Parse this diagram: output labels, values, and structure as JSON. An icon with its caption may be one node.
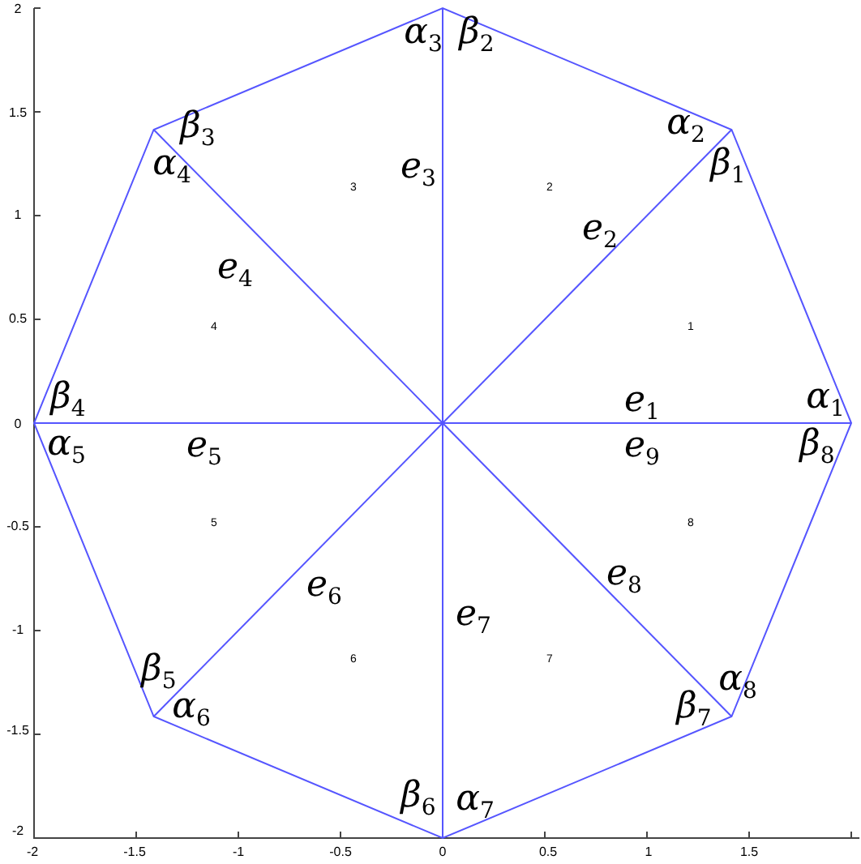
{
  "diagram": {
    "labels": [
      "2",
      "α$_{3}$",
      "β$_{2}$",
      "1.5",
      "β$_{3}$",
      "α$_{2}$",
      "α$_{4}$",
      "e$_{3}$",
      "β$_{1}$",
      "3",
      "2",
      "1",
      "e$_{2}$",
      "e$_{4}$",
      "0.5",
      "4",
      "1",
      "β$_{4}$",
      "e$_{1}$",
      "α$_{1}$",
      "0",
      "α$_{5}$",
      "e$_{5}$",
      "e$_{9}$",
      "β$_{8}$",
      "-0.5",
      "5",
      "8",
      "e$_{6}$",
      "e$_{8}$",
      "e$_{7}$",
      "-1",
      "6",
      "7",
      "β$_{5}$",
      "α$_{8}$",
      "α$_{6}$",
      "β$_{7}$",
      "-1.5",
      "β$_{6}$",
      "α$_{7}$",
      "-2",
      "-2",
      "-1.5",
      "-1",
      "-0.5",
      "0",
      "0.5",
      "1",
      "1.5"
    ]
  }
}
